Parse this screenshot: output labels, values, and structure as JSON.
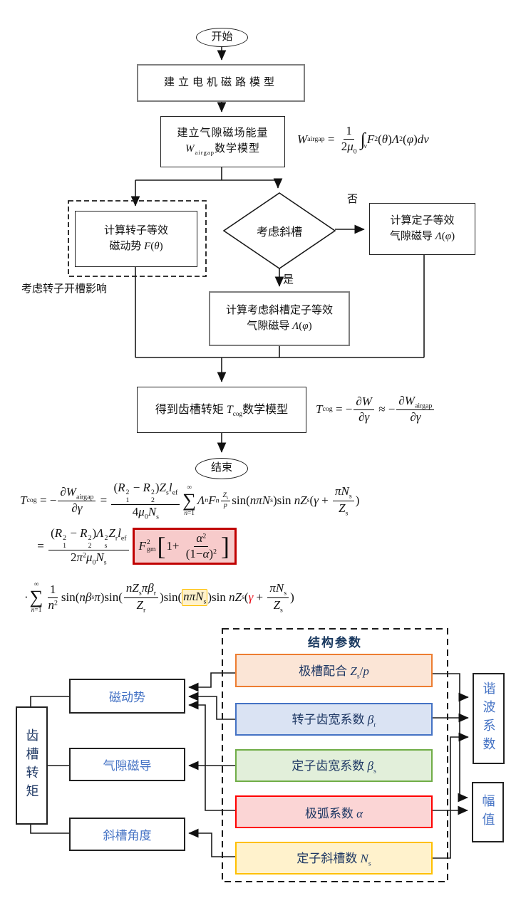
{
  "flowchart": {
    "start": "开始",
    "end": "结束",
    "box1": "建立电机磁路模型",
    "box2_l1": "建立气隙磁场能量",
    "box2_l2": [
      {
        "t": "i",
        "v": "W"
      },
      {
        "t": "sb",
        "v": [
          "airgap"
        ]
      },
      {
        "t": "c",
        "v": "数学模型"
      }
    ],
    "rotor_box_l1": "计算转子等效",
    "rotor_box_l2": [
      {
        "t": "c",
        "v": "磁动势 "
      },
      {
        "t": "i",
        "v": "F"
      },
      "(",
      {
        "t": "i",
        "v": "θ"
      },
      ")"
    ],
    "rotor_note": "考虑转子开槽影响",
    "decision": "考虑斜槽",
    "no_label": "否",
    "yes_label": "是",
    "nobox_l1": "计算定子等效",
    "nobox_l2": [
      {
        "t": "c",
        "v": "气隙磁导 "
      },
      {
        "t": "i",
        "v": "Λ"
      },
      "(",
      {
        "t": "i",
        "v": "φ"
      },
      ")"
    ],
    "yesbox_l1": "计算考虑斜槽定子等效",
    "yesbox_l2": [
      {
        "t": "c",
        "v": "气隙磁导 "
      },
      {
        "t": "i",
        "v": "Λ"
      },
      "(",
      {
        "t": "i",
        "v": "φ"
      },
      ")"
    ],
    "result_box": [
      {
        "t": "c",
        "v": "得到齿槽转矩 "
      },
      {
        "t": "i",
        "v": "T"
      },
      {
        "t": "sb",
        "v": [
          "cog"
        ]
      },
      {
        "t": "c",
        "v": "数学模型"
      }
    ]
  },
  "formulas": {
    "wairgap": [
      {
        "t": "i",
        "v": "W"
      },
      {
        "t": "sb",
        "v": [
          "airgap"
        ]
      },
      " = ",
      {
        "t": "fr",
        "n": [
          "1"
        ],
        "d": [
          "2",
          {
            "t": "i",
            "v": "μ"
          },
          {
            "t": "sb",
            "v": [
              "0"
            ]
          }
        ]
      },
      {
        "t": "int",
        "v": [
          {
            "t": "i",
            "v": "v"
          }
        ]
      },
      {
        "t": "i",
        "v": "F"
      },
      {
        "t": "sp",
        "v": [
          "2"
        ]
      },
      "(",
      {
        "t": "i",
        "v": "θ"
      },
      ")",
      {
        "t": "i",
        "v": "Λ"
      },
      {
        "t": "sp",
        "v": [
          "2"
        ]
      },
      "(",
      {
        "t": "i",
        "v": "φ"
      },
      ")",
      {
        "t": "i",
        "v": "dv"
      }
    ],
    "tcog_short": [
      {
        "t": "i",
        "v": "T"
      },
      {
        "t": "sb",
        "v": [
          "cog"
        ]
      },
      " = −",
      {
        "t": "fr",
        "n": [
          "∂",
          {
            "t": "i",
            "v": "W"
          }
        ],
        "d": [
          "∂",
          {
            "t": "i",
            "v": "γ"
          }
        ]
      },
      " ≈ −",
      {
        "t": "fr",
        "n": [
          "∂",
          {
            "t": "i",
            "v": "W"
          },
          {
            "t": "sb",
            "v": [
              "airgap"
            ]
          }
        ],
        "d": [
          "∂",
          {
            "t": "i",
            "v": "γ"
          }
        ]
      }
    ],
    "line1": [
      {
        "t": "i",
        "v": "T"
      },
      {
        "t": "sb",
        "v": [
          "cog"
        ]
      },
      " = −",
      {
        "t": "fr",
        "n": [
          "∂",
          {
            "t": "i",
            "v": "W"
          },
          {
            "t": "sb",
            "v": [
              "airgap"
            ]
          }
        ],
        "d": [
          "∂",
          {
            "t": "i",
            "v": "γ"
          }
        ]
      },
      " = ",
      {
        "t": "fr",
        "n": [
          "(",
          {
            "t": "i",
            "v": "R"
          },
          {
            "t": "ss",
            "p": [
              "2"
            ],
            "b": [
              "1"
            ]
          },
          " − ",
          {
            "t": "i",
            "v": "R"
          },
          {
            "t": "ss",
            "p": [
              "2"
            ],
            "b": [
              "2"
            ]
          },
          ")",
          {
            "t": "i",
            "v": "Z"
          },
          {
            "t": "sb",
            "v": [
              "s"
            ]
          },
          {
            "t": "i",
            "v": "l"
          },
          {
            "t": "sb",
            "v": [
              "ef"
            ]
          }
        ],
        "d": [
          "4",
          {
            "t": "i",
            "v": "μ"
          },
          {
            "t": "sb",
            "v": [
              "0"
            ]
          },
          {
            "t": "i",
            "v": "N"
          },
          {
            "t": "sb",
            "v": [
              "s"
            ]
          }
        ]
      },
      {
        "t": "sum",
        "top": [
          "∞"
        ],
        "bot": [
          {
            "t": "i",
            "v": "n"
          },
          "=1"
        ]
      },
      {
        "t": "i",
        "v": "Λ"
      },
      {
        "t": "sb",
        "v": [
          {
            "t": "i",
            "v": "n"
          }
        ]
      },
      {
        "t": "i",
        "v": "F"
      },
      {
        "t": "sb",
        "v": [
          {
            "t": "i",
            "v": "n"
          },
          {
            "t": "fr",
            "n": [
              {
                "t": "i",
                "v": "Z"
              },
              {
                "t": "sb",
                "v": [
                  "s"
                ]
              }
            ],
            "d": [
              {
                "t": "i",
                "v": "p"
              }
            ]
          }
        ]
      },
      "sin(",
      {
        "t": "i",
        "v": "nπN"
      },
      {
        "t": "sb",
        "v": [
          "s"
        ]
      },
      ")sin ",
      {
        "t": "i",
        "v": "nZ"
      },
      {
        "t": "sb",
        "v": [
          "s"
        ]
      },
      "(",
      {
        "t": "i",
        "v": "γ"
      },
      " + ",
      {
        "t": "fr",
        "n": [
          {
            "t": "i",
            "v": "πN"
          },
          {
            "t": "sb",
            "v": [
              "s"
            ]
          }
        ],
        "d": [
          {
            "t": "i",
            "v": "Z"
          },
          {
            "t": "sb",
            "v": [
              "s"
            ]
          }
        ]
      },
      ")"
    ],
    "line2": [
      " = ",
      {
        "t": "fr",
        "n": [
          "(",
          {
            "t": "i",
            "v": "R"
          },
          {
            "t": "ss",
            "p": [
              "2"
            ],
            "b": [
              "1"
            ]
          },
          " − ",
          {
            "t": "i",
            "v": "R"
          },
          {
            "t": "ss",
            "p": [
              "2"
            ],
            "b": [
              "2"
            ]
          },
          ")",
          {
            "t": "i",
            "v": "Λ"
          },
          {
            "t": "ss",
            "p": [
              "2"
            ],
            "b": [
              "s"
            ]
          },
          {
            "t": "i",
            "v": "Z"
          },
          {
            "t": "sb",
            "v": [
              "r"
            ]
          },
          {
            "t": "i",
            "v": "l"
          },
          {
            "t": "sb",
            "v": [
              "ef"
            ]
          }
        ],
        "d": [
          "2",
          {
            "t": "i",
            "v": "π"
          },
          {
            "t": "sp",
            "v": [
              "2"
            ]
          },
          {
            "t": "i",
            "v": "μ"
          },
          {
            "t": "sb",
            "v": [
              "0"
            ]
          },
          {
            "t": "i",
            "v": "N"
          },
          {
            "t": "sb",
            "v": [
              "s"
            ]
          }
        ]
      },
      {
        "t": "box",
        "cls": "redbox",
        "v": [
          {
            "t": "i",
            "v": "F"
          },
          {
            "t": "ss",
            "p": [
              "2"
            ],
            "b": [
              "gm"
            ]
          },
          {
            "t": "big",
            "v": "["
          },
          "1+ ",
          {
            "t": "fr",
            "n": [
              {
                "t": "i",
                "v": "α"
              },
              {
                "t": "sp",
                "v": [
                  "2"
                ]
              }
            ],
            "d": [
              "(1−",
              {
                "t": "i",
                "v": "α"
              },
              ")",
              {
                "t": "sp",
                "v": [
                  "2"
                ]
              }
            ]
          },
          {
            "t": "big",
            "v": "]"
          }
        ]
      }
    ],
    "line3": [
      "·",
      {
        "t": "sum",
        "top": [
          "∞"
        ],
        "bot": [
          {
            "t": "i",
            "v": "n"
          },
          "=1"
        ]
      },
      {
        "t": "fr",
        "n": [
          "1"
        ],
        "d": [
          {
            "t": "i",
            "v": "n"
          },
          {
            "t": "sp",
            "v": [
              "2"
            ]
          }
        ]
      },
      "sin(",
      {
        "t": "i",
        "v": "nβ"
      },
      {
        "t": "sb",
        "v": [
          "s"
        ]
      },
      {
        "t": "i",
        "v": "π"
      },
      ")sin(",
      {
        "t": "fr",
        "n": [
          {
            "t": "i",
            "v": "nZ"
          },
          {
            "t": "sb",
            "v": [
              "s"
            ]
          },
          {
            "t": "i",
            "v": "πβ"
          },
          {
            "t": "sb",
            "v": [
              "r"
            ]
          }
        ],
        "d": [
          {
            "t": "i",
            "v": "Z"
          },
          {
            "t": "sb",
            "v": [
              "r"
            ]
          }
        ]
      },
      ")sin(",
      {
        "t": "box",
        "cls": "ylhl",
        "v": [
          {
            "t": "i",
            "v": "nπN"
          },
          {
            "t": "sb",
            "v": [
              "s"
            ]
          }
        ]
      },
      ")sin ",
      {
        "t": "i",
        "v": "nZ"
      },
      {
        "t": "sb",
        "v": [
          "s"
        ]
      },
      "(",
      {
        "t": "red",
        "v": [
          {
            "t": "i",
            "v": "γ"
          }
        ]
      },
      " + ",
      {
        "t": "fr",
        "n": [
          {
            "t": "i",
            "v": "πN"
          },
          {
            "t": "sb",
            "v": [
              "s"
            ]
          }
        ],
        "d": [
          {
            "t": "i",
            "v": "Z"
          },
          {
            "t": "sb",
            "v": [
              "s"
            ]
          }
        ]
      },
      ")"
    ]
  },
  "diagram": {
    "title": "结构参数",
    "torque": "齿槽转矩",
    "mmf": "磁动势",
    "permeance": "气隙磁导",
    "skew_angle": "斜槽角度",
    "harmonic": "谐波系数",
    "amplitude": "幅值",
    "param_boxes": [
      {
        "label": [
          {
            "t": "c",
            "v": "极槽配合 "
          },
          {
            "t": "i",
            "v": "Z"
          },
          {
            "t": "sb",
            "v": [
              "s"
            ]
          },
          "/",
          {
            "t": "i",
            "v": "p"
          }
        ],
        "fill": "#FBE5D6",
        "border": "#ED7D31"
      },
      {
        "label": [
          {
            "t": "c",
            "v": "转子齿宽系数 "
          },
          {
            "t": "i",
            "v": "β"
          },
          {
            "t": "sb",
            "v": [
              "r"
            ]
          }
        ],
        "fill": "#DAE3F3",
        "border": "#4472C4"
      },
      {
        "label": [
          {
            "t": "c",
            "v": "定子齿宽系数 "
          },
          {
            "t": "i",
            "v": "β"
          },
          {
            "t": "sb",
            "v": [
              "s"
            ]
          }
        ],
        "fill": "#E2EFDA",
        "border": "#70AD47"
      },
      {
        "label": [
          {
            "t": "c",
            "v": "极弧系数 "
          },
          {
            "t": "i",
            "v": "α"
          }
        ],
        "fill": "#FBD5D5",
        "border": "#FF0000"
      },
      {
        "label": [
          {
            "t": "c",
            "v": "定子斜槽数 "
          },
          {
            "t": "i",
            "v": "N"
          },
          {
            "t": "sb",
            "v": [
              "s"
            ]
          }
        ],
        "fill": "#FFF2CC",
        "border": "#FFC000"
      }
    ],
    "edges": [
      "极槽配合→磁动势",
      "转子齿宽系数→磁动势",
      "极弧系数→磁动势",
      "定子齿宽系数→气隙磁导",
      "定子斜槽数→斜槽角度",
      "极槽配合→谐波系数",
      "转子齿宽系数→谐波系数",
      "定子斜槽数→谐波系数",
      "极槽配合→幅值",
      "极弧系数→幅值",
      "磁动势→齿槽转矩",
      "气隙磁导→齿槽转矩",
      "斜槽角度→齿槽转矩"
    ],
    "colors": {
      "label_blue": "#4472C4",
      "label_navy": "#1F3864",
      "highlight_red": "#C00000",
      "highlight_yellow": "#FFC000"
    }
  }
}
